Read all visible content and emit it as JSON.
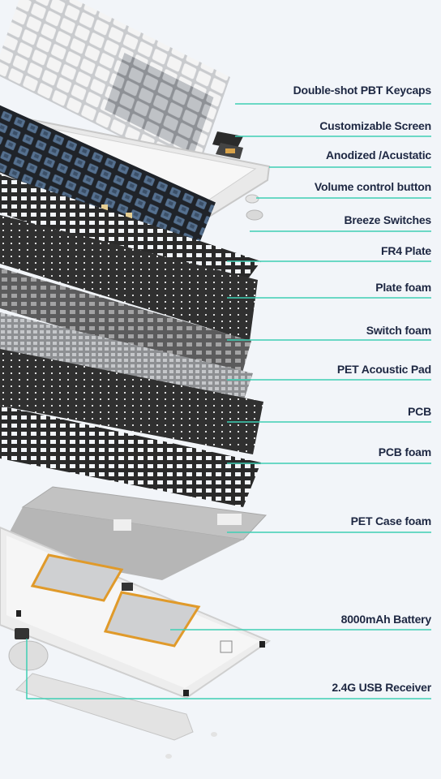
{
  "colors": {
    "background": "#f2f5f9",
    "leader_line": "#3ecfb4",
    "label_text": "#1d2742"
  },
  "layers": [
    {
      "label": "Double-shot PBT Keycaps"
    },
    {
      "label": "Customizable Screen"
    },
    {
      "label": "Anodized /Acustatic"
    },
    {
      "label": "Volume control button"
    },
    {
      "label": "Breeze Switches"
    },
    {
      "label": "FR4 Plate"
    },
    {
      "label": "Plate foam"
    },
    {
      "label": "Switch foam"
    },
    {
      "label": "PET Acoustic Pad"
    },
    {
      "label": "PCB"
    },
    {
      "label": "PCB foam"
    },
    {
      "label": "PET Case foam"
    },
    {
      "label": "8000mAh Battery"
    },
    {
      "label": "2.4G USB Receiver"
    }
  ]
}
